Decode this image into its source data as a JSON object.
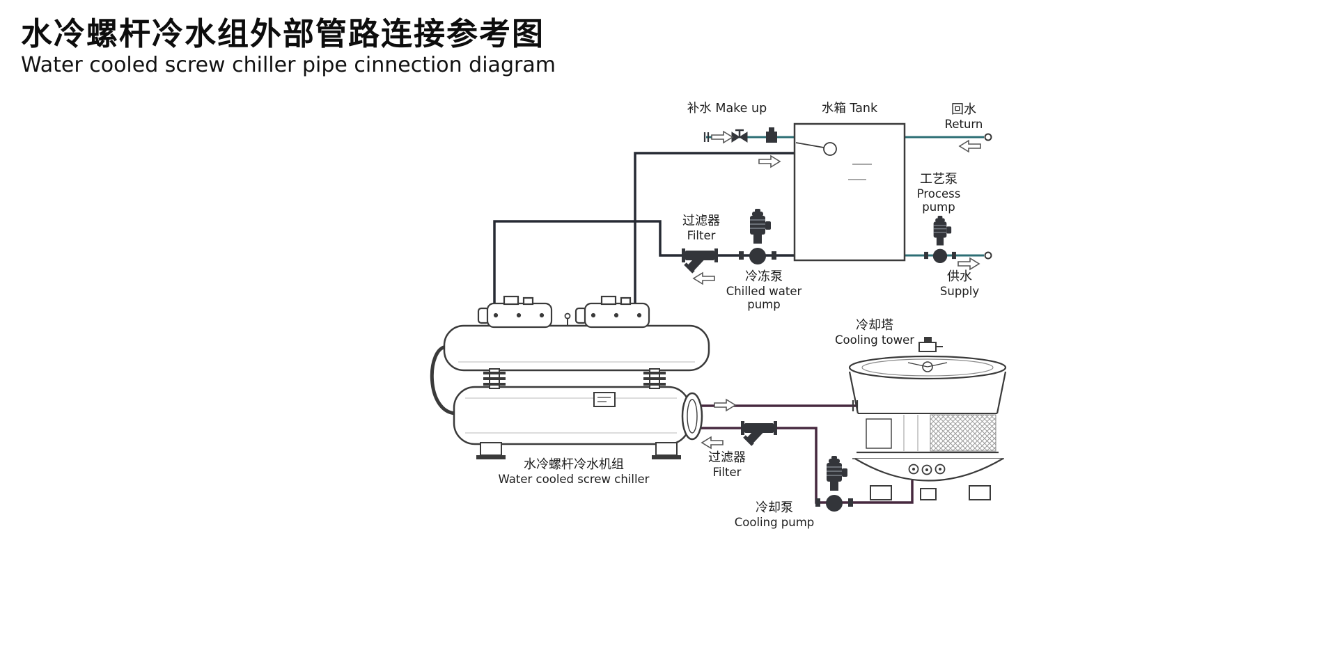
{
  "page": {
    "title_cn": "水冷螺杆冷水组外部管路连接参考图",
    "title_en": "Water cooled screw chiller pipe cinnection diagram"
  },
  "labels": {
    "makeup": "补水 Make up",
    "tank": "水箱 Tank",
    "return_cn": "回水",
    "return_en": "Return",
    "process_pump_cn": "工艺泵",
    "process_pump_en1": "Process",
    "process_pump_en2": "pump",
    "filter_chilled_cn": "过滤器",
    "filter_chilled_en": "Filter",
    "chilled_pump_cn": "冷冻泵",
    "chilled_pump_en1": "Chilled water",
    "chilled_pump_en2": "pump",
    "supply_cn": "供水",
    "supply_en": "Supply",
    "cooling_tower_cn": "冷却塔",
    "cooling_tower_en": "Cooling tower",
    "chiller_cn": "水冷螺杆冷水机组",
    "chiller_en": "Water cooled screw chiller",
    "filter_cooling_cn": "过滤器",
    "filter_cooling_en": "Filter",
    "cooling_pump_cn": "冷却泵",
    "cooling_pump_en": "Cooling pump"
  },
  "icons": {
    "pump": "vertical-inline-pump-icon",
    "strainer": "y-strainer-filter-icon",
    "valve": "gate-valve-icon",
    "arrow": "flow-direction-arrow-icon",
    "float": "float-valve-icon"
  },
  "colors": {
    "title_text": "#0d0d0d",
    "line_art": "#3a3a3a",
    "equipment_dark": "#33353a",
    "pipe_chilled": "#262a33",
    "pipe_cooling": "#46283f",
    "pipe_tank": "#2c6e74",
    "background": "#ffffff"
  }
}
